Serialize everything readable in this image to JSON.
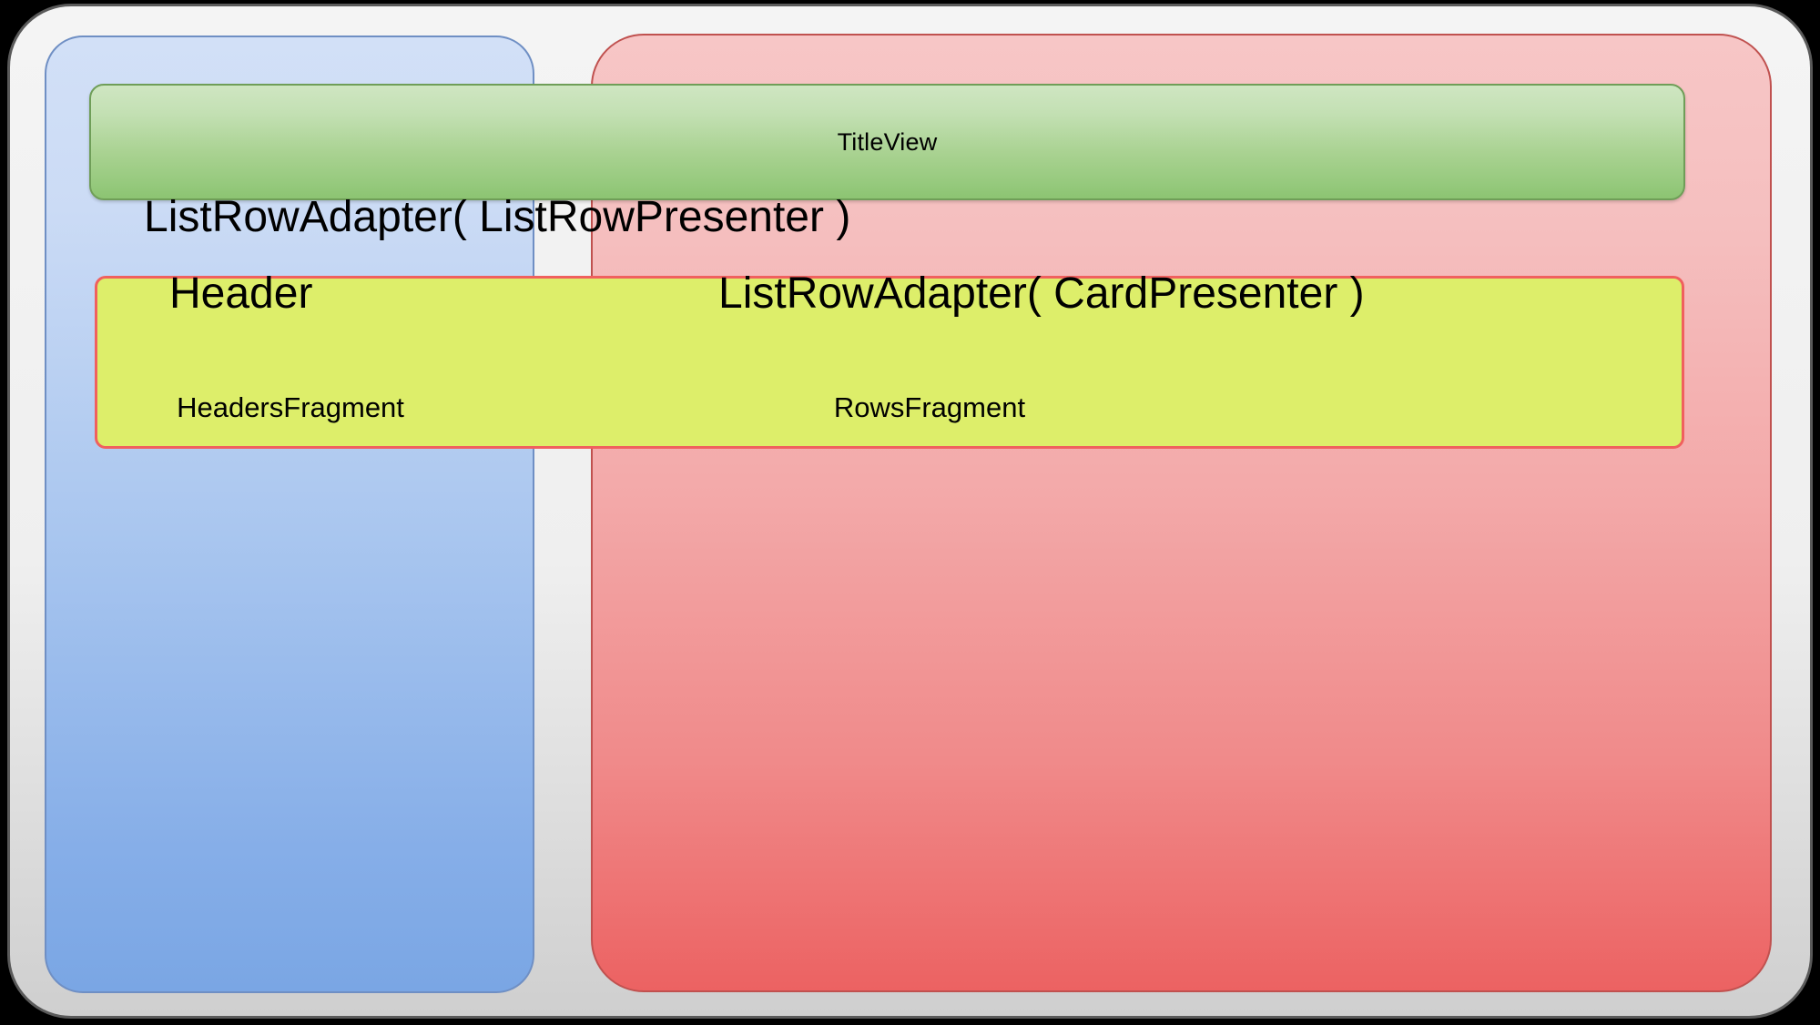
{
  "diagram": {
    "title_view": {
      "label": "TitleView",
      "fill_top_color": "#cfe6c2",
      "fill_bottom_color": "#8cc472",
      "border_color": "#6f9e58"
    },
    "headers_fragment": {
      "label": "HeadersFragment",
      "fill_top_color": "#d2e0f7",
      "fill_bottom_color": "#7aa6e4",
      "border_color": "#6f8fc4"
    },
    "rows_fragment": {
      "label": "RowsFragment",
      "fill_top_color": "#f7c6c6",
      "fill_bottom_color": "#ec6262",
      "border_color": "#c0514f"
    },
    "adapter_box": {
      "fill_color": "#ddee6a",
      "border_color": "#f0605e"
    },
    "labels": {
      "list_row_adapter_list_row_presenter": "ListRowAdapter( ListRowPresenter )",
      "header": "Header",
      "list_row_adapter_card_presenter": "ListRowAdapter( CardPresenter )"
    },
    "outer_shell": {
      "fill_top_color": "#f4f4f4",
      "fill_bottom_color": "#cfcfcf",
      "border_color": "#5a5a5a"
    },
    "background_color": "#000000"
  }
}
